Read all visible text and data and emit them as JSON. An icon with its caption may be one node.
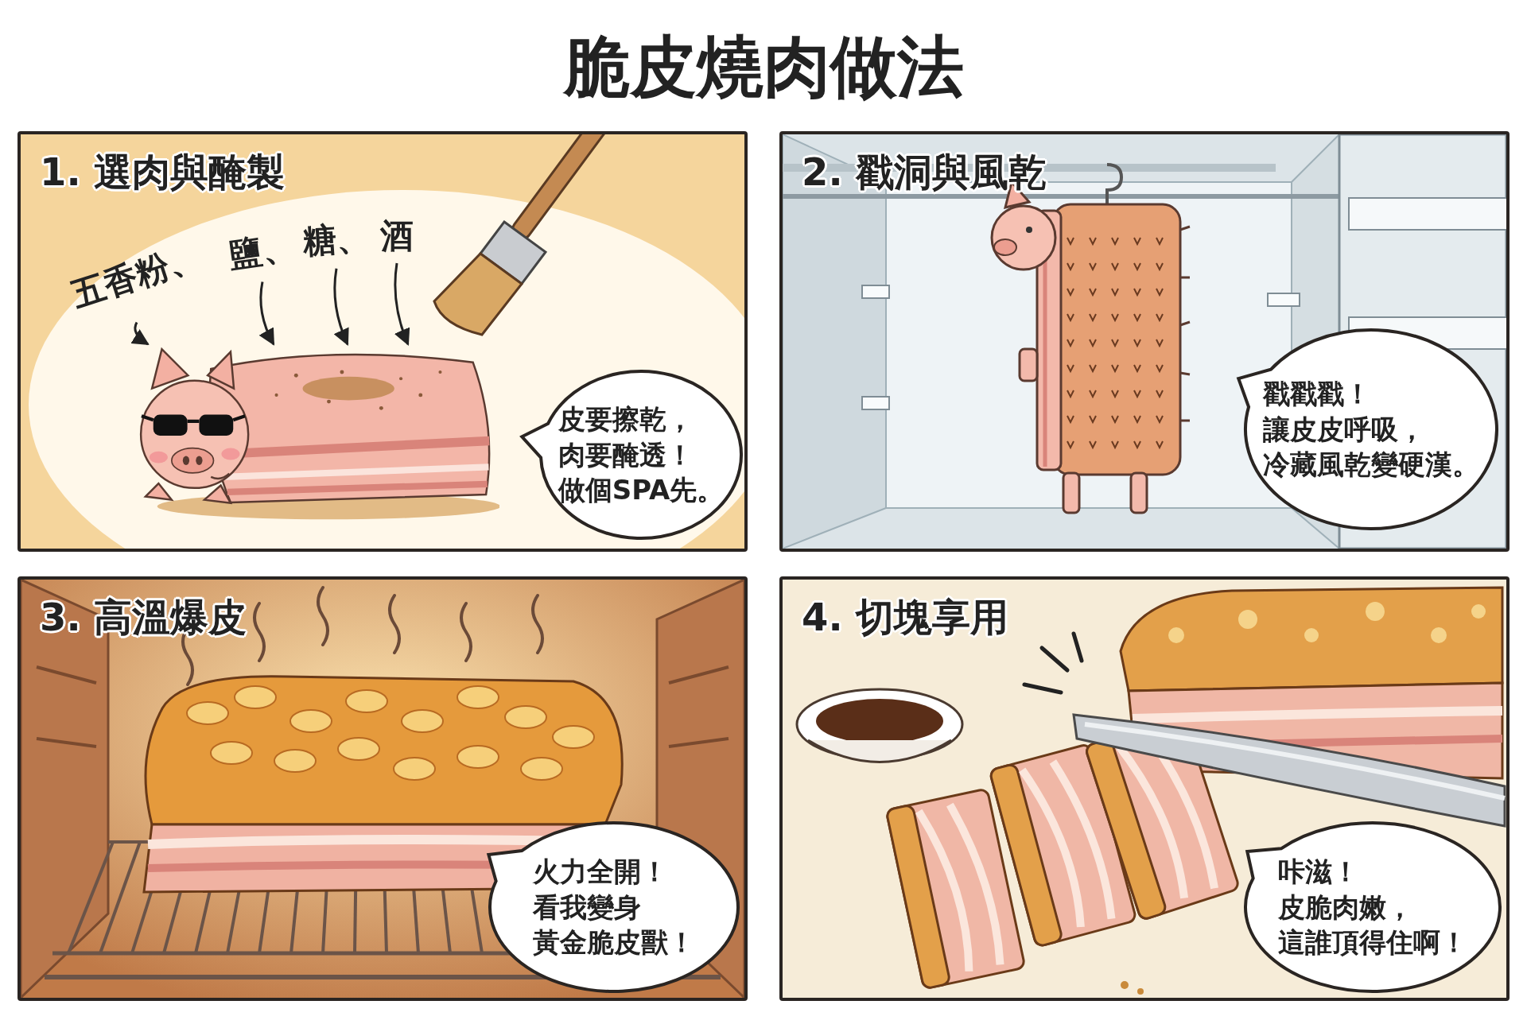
{
  "diagram": {
    "title": "脆皮燒肉做法",
    "nodes": [
      {
        "text": [
          "1. 選肉與醃製"
        ]
      },
      {
        "text": [
          "五香粉、"
        ],
        "in": 0
      },
      {
        "text": [
          "鹽、"
        ],
        "in": 0
      },
      {
        "text": [
          "糖、"
        ],
        "in": 0
      },
      {
        "text": [
          "酒"
        ],
        "in": 0
      },
      {
        "text": [],
        "shape": "picture",
        "in": 0
      },
      {
        "text": [
          "皮要擦乾，肉要醃透！做個SPA先。"
        ],
        "in": 0
      },
      {
        "text": [
          "2. 戳洞與風乾"
        ]
      },
      {
        "text": [
          "戳戳戳！讓皮皮呼吸，冷藏風乾變硬漢。"
        ],
        "in": 7
      },
      {
        "text": [
          "3. 高溫爆皮"
        ]
      },
      {
        "text": [
          "火力全開！看我變身黃金脆皮獸！"
        ],
        "in": 9
      },
      {
        "text": [
          "4. 切塊享用"
        ]
      },
      {
        "text": [
          "咔滋！皮脆肉嫩，這誰頂得住啊！"
        ],
        "in": 11
      }
    ],
    "edges": [
      {
        "from": 1,
        "to": 5,
        "arrow": "to"
      },
      {
        "from": 2,
        "to": 5,
        "arrow": "to"
      },
      {
        "from": 3,
        "to": 5,
        "arrow": "to"
      },
      {
        "from": 4,
        "to": 5,
        "arrow": "to"
      }
    ]
  }
}
